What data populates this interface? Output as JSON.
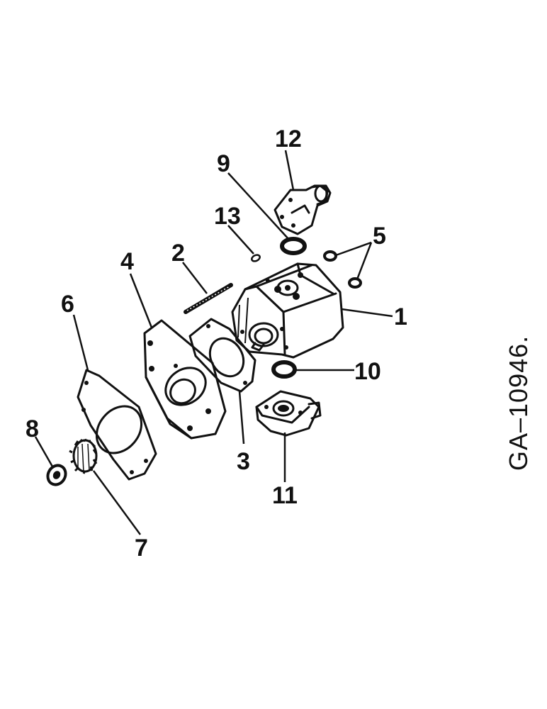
{
  "callouts": {
    "p1": "1",
    "p2": "2",
    "p3": "3",
    "p4": "4",
    "p5": "5",
    "p6": "6",
    "p7": "7",
    "p8": "8",
    "p9": "9",
    "p10": "10",
    "p11": "11",
    "p12": "12",
    "p13": "13"
  },
  "figure_id": "GA–10946.",
  "colors": {
    "ink": "#111111",
    "paper": "#ffffff"
  }
}
